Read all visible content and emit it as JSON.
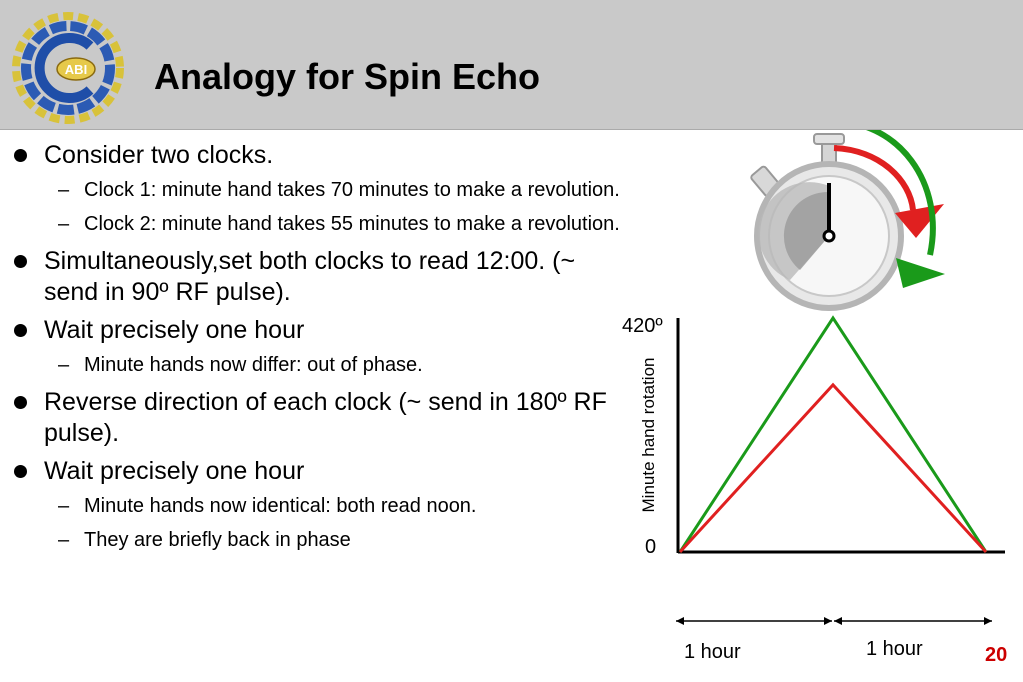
{
  "slide": {
    "title": "Analogy for Spin Echo",
    "logo_text": "ABI",
    "page_number": "20"
  },
  "bullets": [
    {
      "text": "Consider two clocks.",
      "sub": [
        "Clock 1: minute hand takes 70 minutes to make a revolution.",
        "Clock 2: minute hand takes 55 minutes to make a revolution."
      ]
    },
    {
      "text": "Simultaneously,set both clocks to read 12:00. (~ send in 90º RF pulse).",
      "sub": []
    },
    {
      "text": "Wait precisely one hour",
      "sub": [
        "Minute hands now differ: out of phase."
      ]
    },
    {
      "text": "Reverse direction of each clock (~ send in 180º RF pulse).",
      "sub": []
    },
    {
      "text": "Wait precisely one hour",
      "sub": [
        "Minute hands now identical: both read noon.",
        "They are briefly back in phase"
      ]
    }
  ],
  "chart_data": {
    "type": "line",
    "ylabel": "Minute hand rotation",
    "y_tick_labels": [
      "420º",
      "0"
    ],
    "ylim": [
      0,
      420
    ],
    "x_labels": [
      "1 hour",
      "1 hour"
    ],
    "x": [
      0,
      1,
      2
    ],
    "series": [
      {
        "color": "#1a9a1a",
        "values": [
          0,
          420,
          0
        ]
      },
      {
        "color": "#e02020",
        "values": [
          0,
          300,
          0
        ]
      }
    ]
  },
  "colors": {
    "clock1": "#1a9a1a",
    "clock2": "#e02020",
    "header": "#c9c9c9",
    "page_number": "#cc0000"
  }
}
